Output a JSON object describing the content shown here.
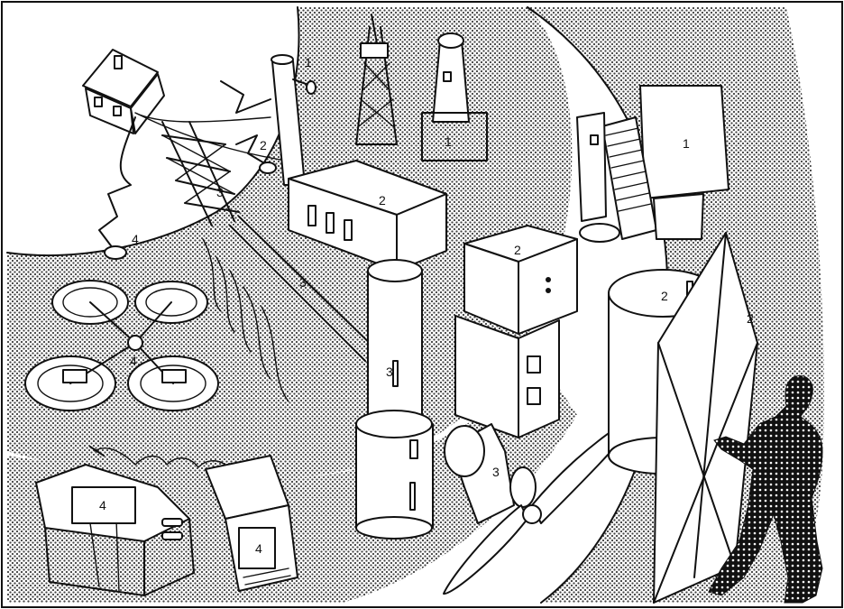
{
  "illustration": {
    "colors": {
      "ink": "#111111",
      "paper": "#ffffff",
      "screen": "#8a8a8a"
    },
    "labels": [
      {
        "id": "chimney",
        "text": "1"
      },
      {
        "id": "water-tower",
        "text": "1"
      },
      {
        "id": "engine-1",
        "text": "1"
      },
      {
        "id": "pipe-2",
        "text": "2"
      },
      {
        "id": "building-2",
        "text": "2"
      },
      {
        "id": "box-2",
        "text": "2"
      },
      {
        "id": "cylinder-2",
        "text": "2"
      },
      {
        "id": "panel-2",
        "text": "2"
      },
      {
        "id": "pylon-3",
        "text": "3"
      },
      {
        "id": "belt-3",
        "text": "3"
      },
      {
        "id": "column-3",
        "text": "3"
      },
      {
        "id": "turbine-3",
        "text": "3"
      },
      {
        "id": "pipe-4",
        "text": "4"
      },
      {
        "id": "rotor-4",
        "text": "4"
      },
      {
        "id": "table-4",
        "text": "4"
      },
      {
        "id": "console-4",
        "text": "4"
      }
    ]
  }
}
